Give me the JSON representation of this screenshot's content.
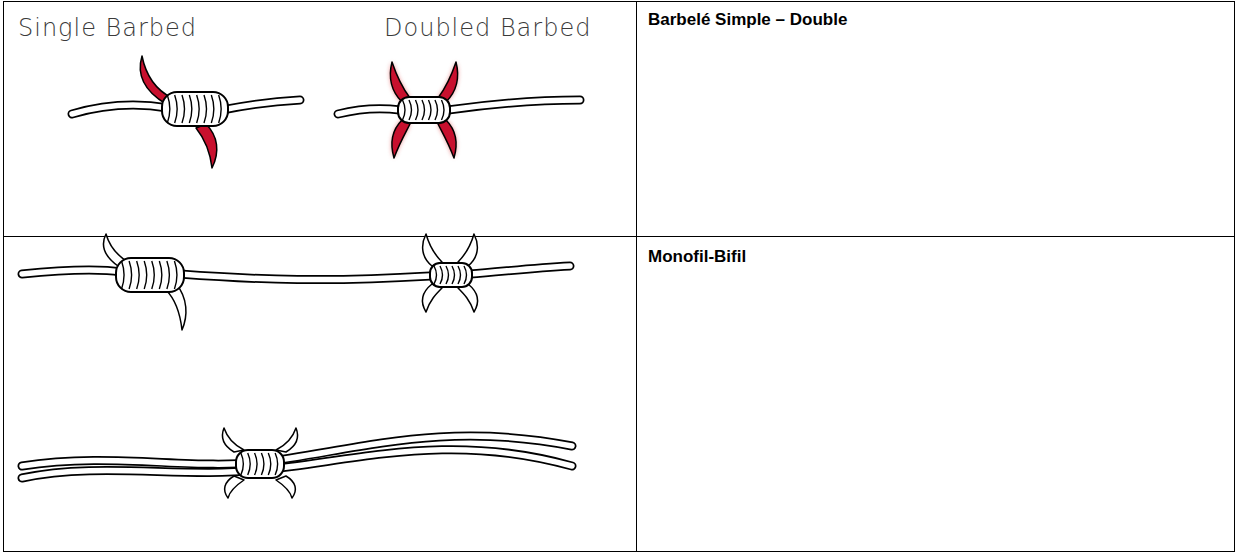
{
  "diagram": {
    "labels": [
      "Single Barbed",
      "Doubled Barbed",
      "Barbelé Simple – Double",
      "Monofil-Bifil"
    ]
  }
}
